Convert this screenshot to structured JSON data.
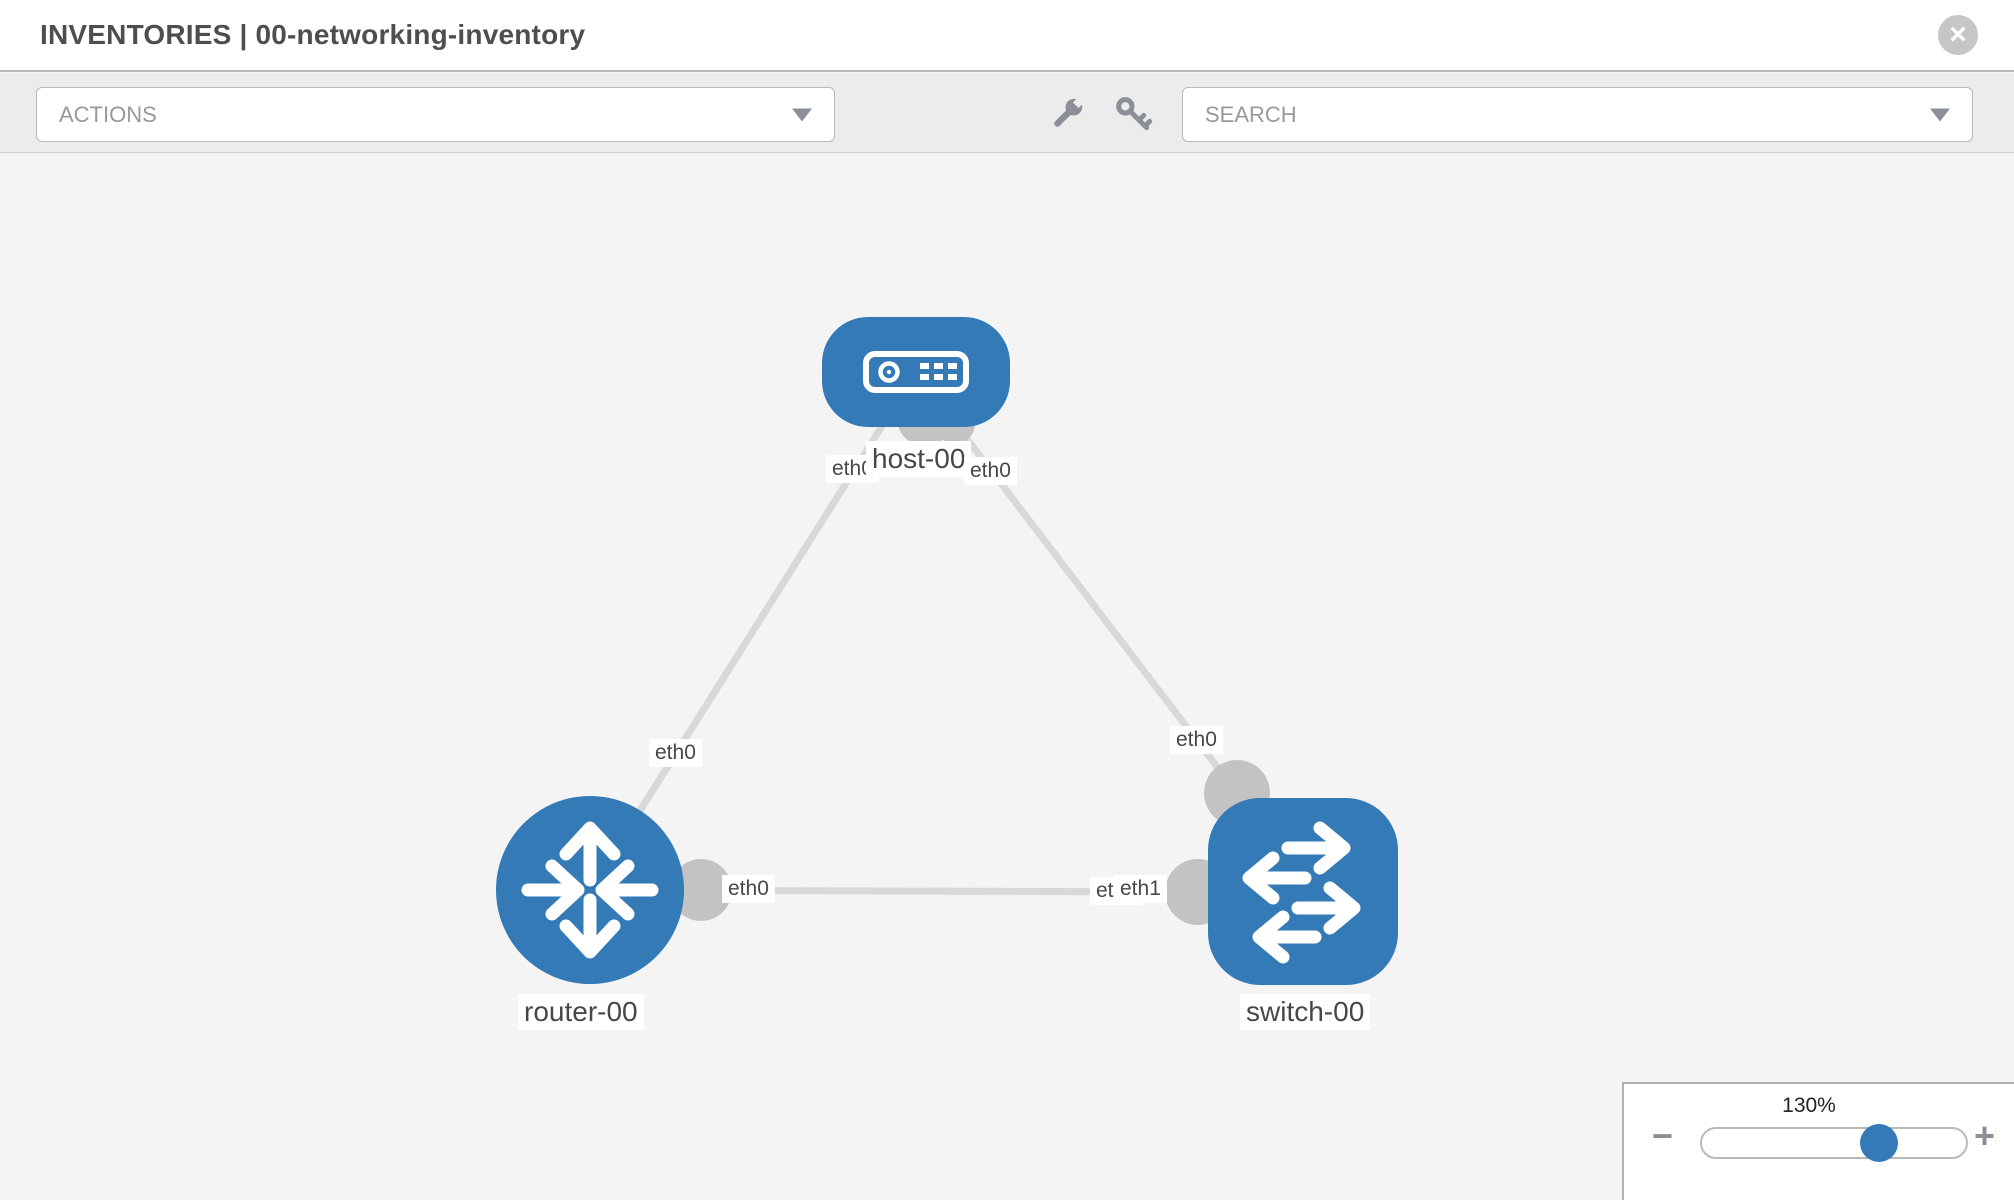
{
  "header": {
    "title": "INVENTORIES | 00-networking-inventory",
    "close_glyph": "×"
  },
  "toolbar": {
    "actions_label": "ACTIONS",
    "search_placeholder": "SEARCH",
    "icon_buttons": [
      "wrench",
      "key"
    ]
  },
  "topology": {
    "nodes": [
      {
        "id": "host-00",
        "type": "host",
        "label": "host-00"
      },
      {
        "id": "router-00",
        "type": "router",
        "label": "router-00"
      },
      {
        "id": "switch-00",
        "type": "switch",
        "label": "switch-00"
      }
    ],
    "links": [
      {
        "from": "host-00",
        "from_if": "eth0",
        "to": "router-00",
        "to_if": "eth0"
      },
      {
        "from": "host-00",
        "from_if": "eth0",
        "to": "switch-00",
        "to_if": "eth0"
      },
      {
        "from": "router-00",
        "from_if": "eth0",
        "to": "switch-00",
        "to_if": "eth1",
        "occluded_if_label": "eth0"
      }
    ]
  },
  "zoom_control": {
    "value_label": "130%",
    "minus_glyph": "−",
    "plus_glyph": "+",
    "thumb_percent": 67
  },
  "colors": {
    "node_blue": "#337ab7",
    "link_gray": "#d8d8d8",
    "connector_gray": "#c3c3c3",
    "toolbar_bg": "#ececec",
    "canvas_bg": "#f4f4f4"
  }
}
